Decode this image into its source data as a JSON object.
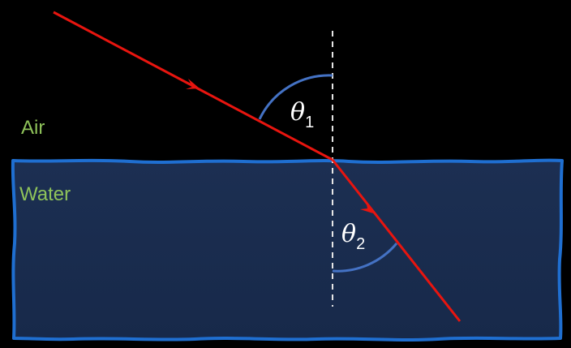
{
  "labels": {
    "air": "Air",
    "water": "Water",
    "incident_angle_symbol": "θ",
    "incident_angle_subscript": "1",
    "refracted_angle_symbol": "θ",
    "refracted_angle_subscript": "2"
  },
  "colors": {
    "background": "#000000",
    "water_fill_top": "#1c2f52",
    "water_fill_bottom": "#17294a",
    "water_border": "#1f6fd1",
    "ray": "#e8150f",
    "normal_line": "#e6e6e6",
    "angle_arc": "#4472c4",
    "medium_label": "#8fc35a",
    "angle_label": "#ffffff"
  }
}
